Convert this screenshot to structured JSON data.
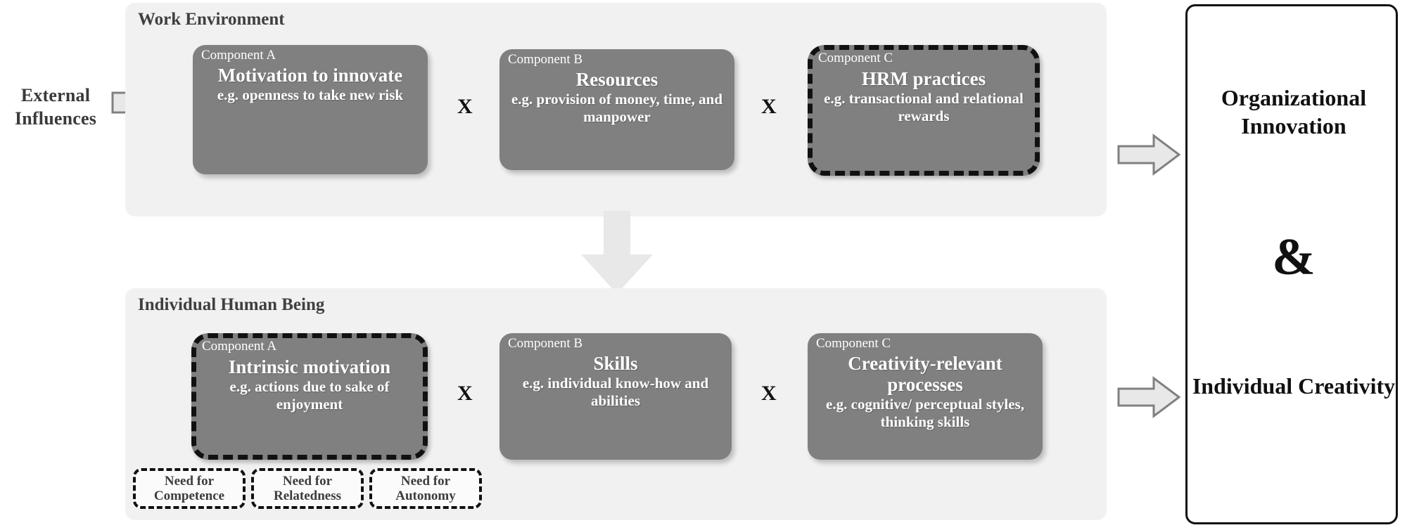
{
  "external": {
    "label": "External Influences",
    "arrow_icon": "arrow-right-icon"
  },
  "panels": [
    {
      "id": "work",
      "title": "Work Environment",
      "components": [
        {
          "tag": "Component A",
          "head": "Motivation to innovate",
          "sub": "e.g. openness to take new risk",
          "highlighted": false
        },
        {
          "tag": "Component B",
          "head": "Resources",
          "sub": "e.g. provision of money, time, and manpower",
          "highlighted": false
        },
        {
          "tag": "Component C",
          "head": "HRM practices",
          "sub": "e.g. transactional and relational rewards",
          "highlighted": true
        }
      ]
    },
    {
      "id": "individual",
      "title": "Individual Human Being",
      "components": [
        {
          "tag": "Component A",
          "head": "Intrinsic motivation",
          "sub": "e.g. actions due to sake of enjoyment",
          "highlighted": true
        },
        {
          "tag": "Component B",
          "head": "Skills",
          "sub": "e.g. individual know-how and abilities",
          "highlighted": false
        },
        {
          "tag": "Component C",
          "head": "Creativity-relevant processes",
          "sub": "e.g. cognitive/ perceptual styles, thinking skills",
          "highlighted": false
        }
      ]
    }
  ],
  "operators": {
    "multiply": "X"
  },
  "needs": [
    {
      "line1": "Need for",
      "line2": "Competence"
    },
    {
      "line1": "Need for",
      "line2": "Relatedness"
    },
    {
      "line1": "Need for",
      "line2": "Autonomy"
    }
  ],
  "flow_icons": {
    "down_arrow": "arrow-down-icon",
    "out_arrow_top": "arrow-right-icon",
    "out_arrow_bottom": "arrow-right-icon"
  },
  "outcome": {
    "top": "Organizational Innovation",
    "conjunction": "&",
    "bottom": "Individual Creativity"
  },
  "colors": {
    "panel_background": "#f1f1f1",
    "component_fill": "#808080",
    "component_text": "#ffffff",
    "highlight_border": "#111111",
    "arrow_fill": "#e8e8e8",
    "arrow_stroke": "#808080",
    "title_text": "#3f3f3f"
  }
}
